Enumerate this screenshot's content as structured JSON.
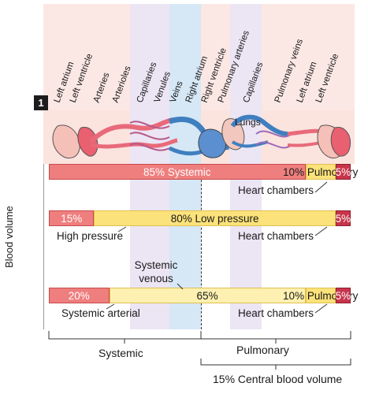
{
  "panel_number": "1",
  "header_labels": [
    "Left atrium",
    "Left ventricle",
    "Arteries",
    "Arterioles",
    "Capillaries",
    "Venules",
    "Veins",
    "Right atrium",
    "Right ventricle",
    "Pulmonary arteries",
    "Capillaries",
    "Pulmonary veins",
    "Left atrium",
    "Left ventricle"
  ],
  "illustration": {
    "lungs_label": "Lungs"
  },
  "y_axis_label": "Blood volume",
  "rows": [
    {
      "segments": [
        {
          "label": "85% Systemic",
          "value": 85,
          "kind": "red"
        },
        {
          "label": "10% Pulmonary",
          "value": 10,
          "kind": "yellow"
        },
        {
          "label": "5%",
          "value": 5,
          "kind": "dark"
        }
      ],
      "annotation_below": "Heart chambers"
    },
    {
      "segments": [
        {
          "label": "15%",
          "value": 15,
          "kind": "red"
        },
        {
          "label": "80% Low pressure",
          "value": 80,
          "kind": "yellow"
        },
        {
          "label": "5%",
          "value": 5,
          "kind": "dark"
        }
      ],
      "annotation_left": "High pressure",
      "annotation_below": "Heart chambers"
    },
    {
      "segments": [
        {
          "label": "20%",
          "value": 20,
          "kind": "red"
        },
        {
          "label": "65%",
          "value": 65,
          "kind": "pale"
        },
        {
          "label": "10% Pulmonary",
          "value": 10,
          "kind": "yellow"
        },
        {
          "label": "5%",
          "value": 5,
          "kind": "dark"
        }
      ],
      "annotation_above": "Systemic venous",
      "annotation_left": "Systemic arterial",
      "annotation_below": "Heart chambers"
    }
  ],
  "brackets": {
    "systemic": "Systemic",
    "pulmonary": "Pulmonary",
    "central": "15% Central blood volume"
  },
  "colors": {
    "systemic_red": "#ef7e7e",
    "pulmonary_yellow": "#fbe27a",
    "heart_dark": "#c8344a",
    "capillary_lavender": "#e9e3f3",
    "vein_blue": "#d5e6f5"
  }
}
